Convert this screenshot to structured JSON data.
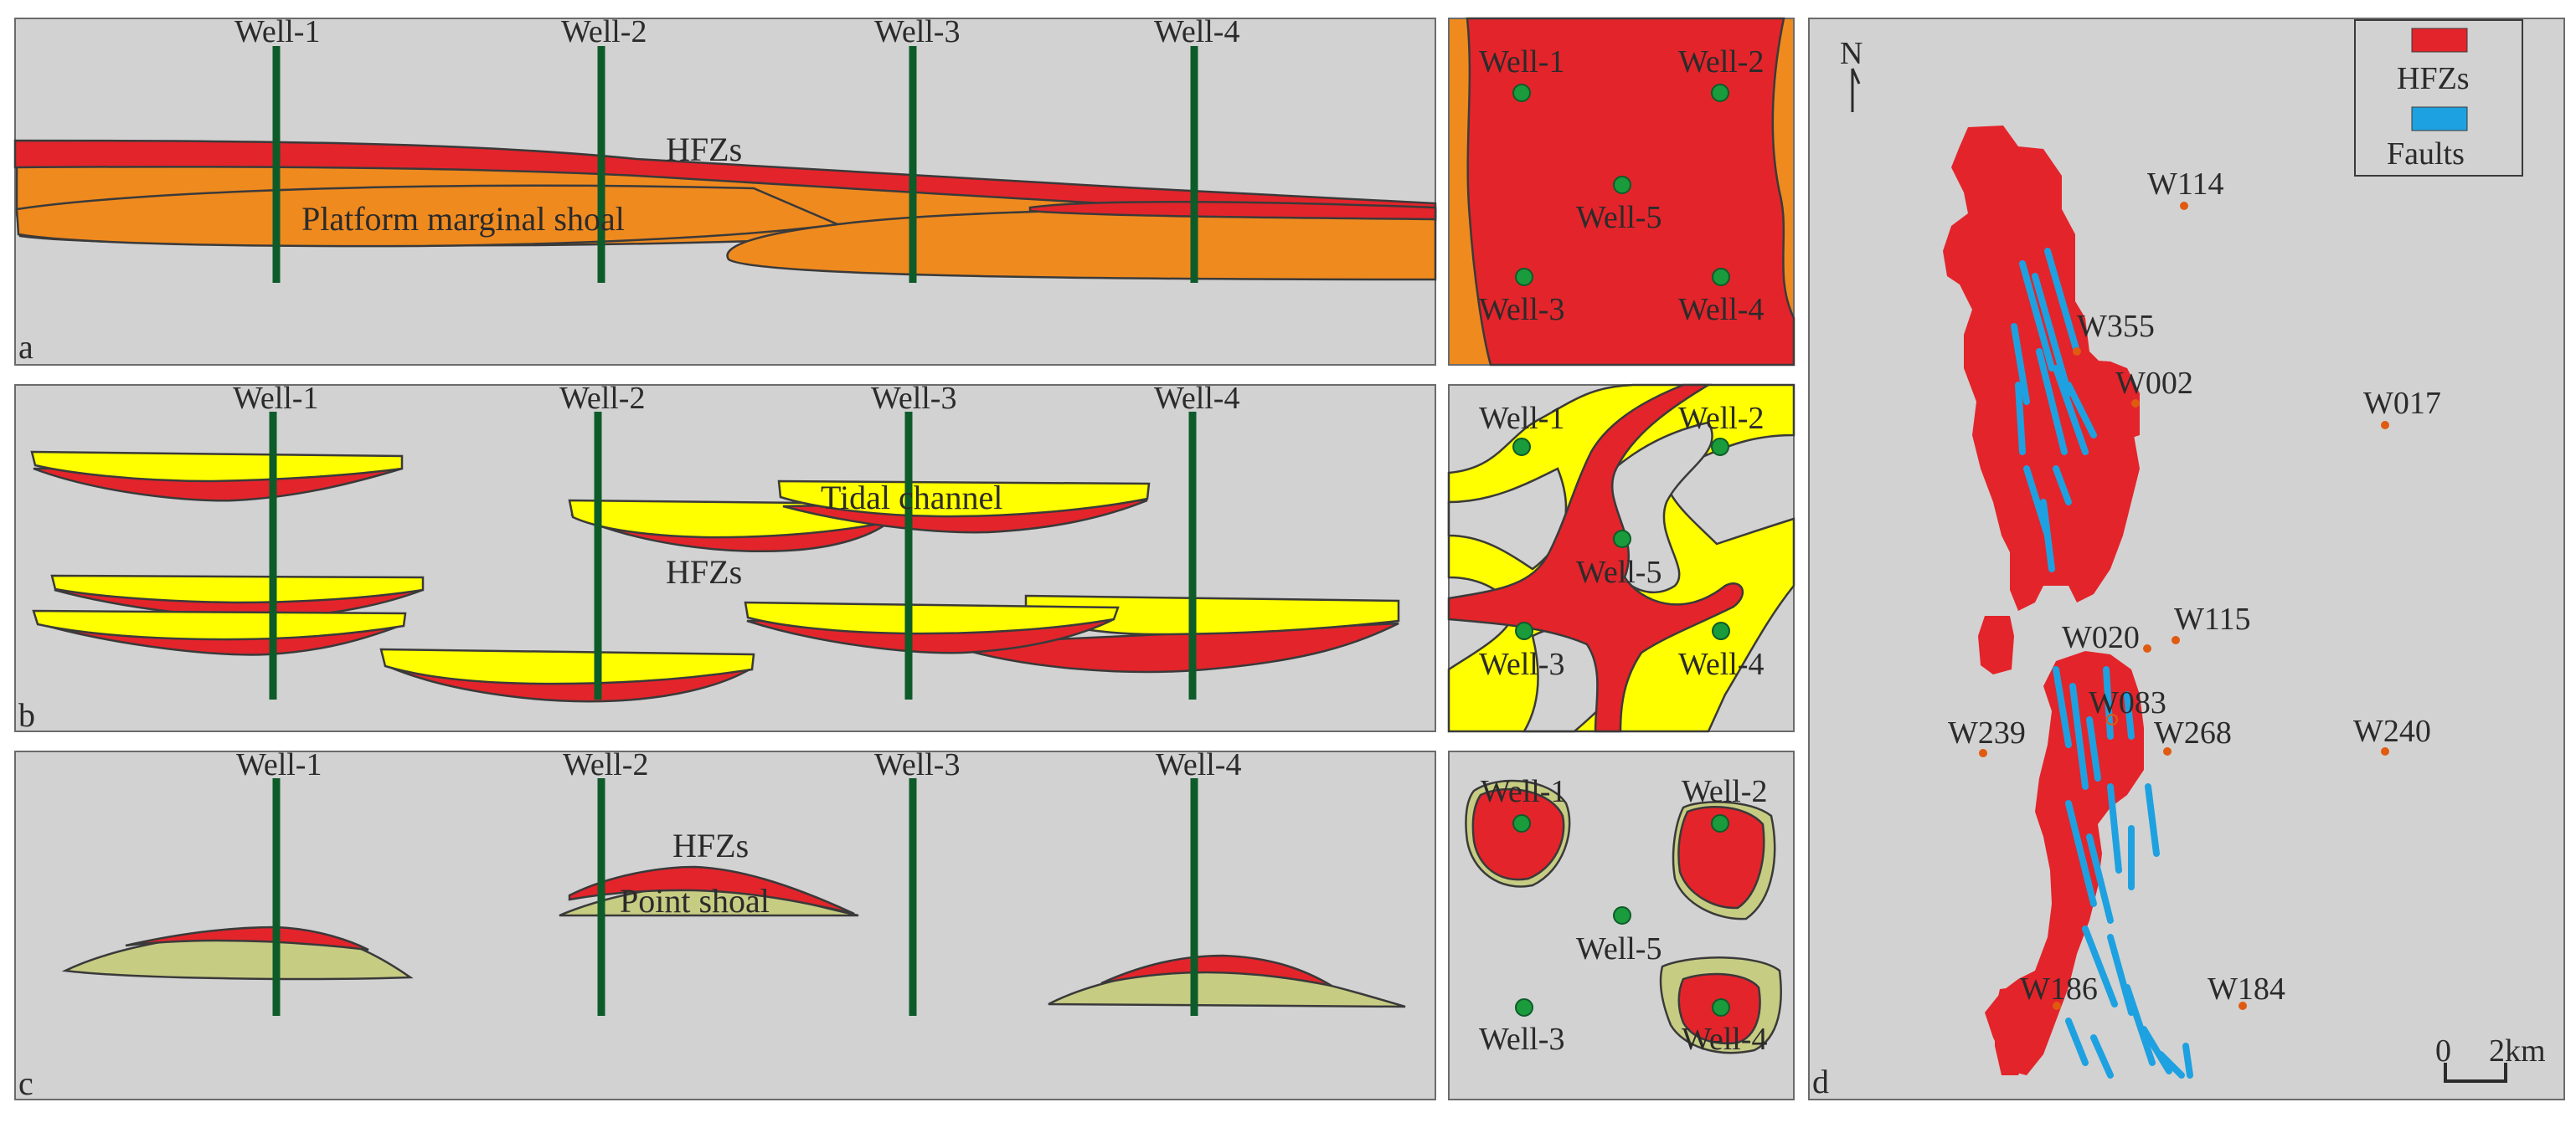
{
  "wells": {
    "w1": "Well-1",
    "w2": "Well-2",
    "w3": "Well-3",
    "w4": "Well-4",
    "w5": "Well-5"
  },
  "panel_letters": {
    "a": "a",
    "b": "b",
    "c": "c",
    "d": "d"
  },
  "sections": {
    "a_hfz": "HFZs",
    "a_shoal": "Platform marginal shoal",
    "b_channel": "Tidal channel",
    "b_hfz": "HFZs",
    "c_hfz": "HFZs",
    "c_shoal": "Point shoal"
  },
  "map": {
    "north": "N",
    "legend_hfz": "HFZs",
    "legend_faults": "Faults",
    "wells": [
      "W114",
      "W355",
      "W002",
      "W017",
      "W020",
      "W115",
      "W083",
      "W239",
      "W268",
      "W240",
      "W186",
      "W184"
    ],
    "scale_zero": "0",
    "scale_len": "2km"
  },
  "colors": {
    "panel_bg": "#d2d2d2",
    "hfz_red": "#e3242b",
    "platform_orange": "#ef8a1f",
    "channel_yellow": "#ffff00",
    "shoal_green": "#c7cc83",
    "well_green": "#0e5b2a",
    "well_dot": "#1a9b3c",
    "fault_blue": "#1ea1e0",
    "map_well_orange": "#e05a10"
  }
}
